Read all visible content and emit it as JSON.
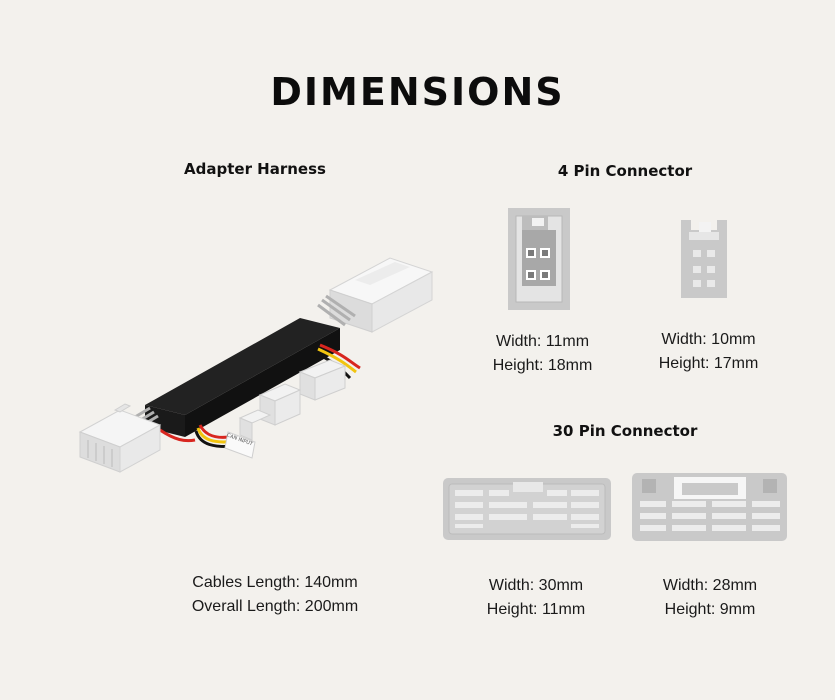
{
  "page": {
    "title": "DIMENSIONS"
  },
  "harness": {
    "heading": "Adapter Harness",
    "label_text": "CAN INPUT",
    "cables_length": "Cables Length: 140mm",
    "overall_length": "Overall Length: 200mm"
  },
  "four_pin": {
    "heading": "4 Pin Connector",
    "left": {
      "width": "Width: 11mm",
      "height": "Height: 18mm"
    },
    "right": {
      "width": "Width: 10mm",
      "height": "Height: 17mm"
    }
  },
  "thirty_pin": {
    "heading": "30 Pin Connector",
    "left": {
      "width": "Width: 30mm",
      "height": "Height: 11mm"
    },
    "right": {
      "width": "Width: 28mm",
      "height": "Height: 9mm"
    }
  },
  "colors": {
    "background": "#f3f1ed",
    "connector_gray": "#c9c9c9",
    "connector_dark": "#a9a9a9",
    "cable_black": "#161616",
    "wire_red": "#d8261f",
    "wire_yellow": "#f1c40f"
  }
}
